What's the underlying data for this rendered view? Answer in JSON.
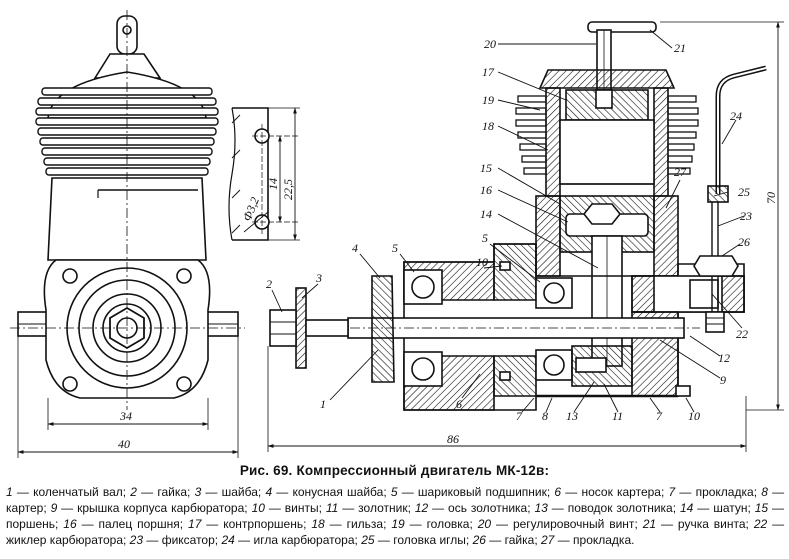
{
  "figure": {
    "caption": "Рис. 69. Компрессионный двигатель МК-12в:",
    "legend": [
      {
        "num": "1",
        "text": "коленчатый вал"
      },
      {
        "num": "2",
        "text": "гайка"
      },
      {
        "num": "3",
        "text": "шайба"
      },
      {
        "num": "4",
        "text": "конусная шайба"
      },
      {
        "num": "5",
        "text": "шариковый подшипник"
      },
      {
        "num": "6",
        "text": "носок картера"
      },
      {
        "num": "7",
        "text": "прокладка"
      },
      {
        "num": "8",
        "text": "картер"
      },
      {
        "num": "9",
        "text": "крышка корпуса карбюратора"
      },
      {
        "num": "10",
        "text": "винты"
      },
      {
        "num": "11",
        "text": "золотник"
      },
      {
        "num": "12",
        "text": "ось золотника"
      },
      {
        "num": "13",
        "text": "поводок золотника"
      },
      {
        "num": "14",
        "text": "шатун"
      },
      {
        "num": "15",
        "text": "поршень"
      },
      {
        "num": "16",
        "text": "палец поршня"
      },
      {
        "num": "17",
        "text": "контрпоршень"
      },
      {
        "num": "18",
        "text": "гильза"
      },
      {
        "num": "19",
        "text": "головка"
      },
      {
        "num": "20",
        "text": "регулировочный винт"
      },
      {
        "num": "21",
        "text": "ручка винта"
      },
      {
        "num": "22",
        "text": "жиклер карбюратора"
      },
      {
        "num": "23",
        "text": "фиксатор"
      },
      {
        "num": "24",
        "text": "игла карбюратора"
      },
      {
        "num": "25",
        "text": "головка иглы"
      },
      {
        "num": "26",
        "text": "гайка"
      },
      {
        "num": "27",
        "text": "прокладка"
      }
    ]
  },
  "dimensions": {
    "front_inner_width": "34",
    "front_total_width": "40",
    "side_total_length": "86",
    "side_total_height": "70",
    "mount_hole_spacing": "14",
    "mount_height": "22,5",
    "mount_hole_diameter": "Ф3,2"
  },
  "callouts": {
    "c1": "1",
    "c2": "2",
    "c3": "3",
    "c4": "4",
    "c5a": "5",
    "c5b": "5",
    "c6": "6",
    "c7a": "7",
    "c7b": "7",
    "c8": "8",
    "c9": "9",
    "c10a": "10",
    "c10b": "10",
    "c11": "11",
    "c12": "12",
    "c13": "13",
    "c14": "14",
    "c15": "15",
    "c16": "16",
    "c17": "17",
    "c18": "18",
    "c19": "19",
    "c20": "20",
    "c21": "21",
    "c22": "22",
    "c23": "23",
    "c24": "24",
    "c25": "25",
    "c26": "26",
    "c27": "27"
  }
}
